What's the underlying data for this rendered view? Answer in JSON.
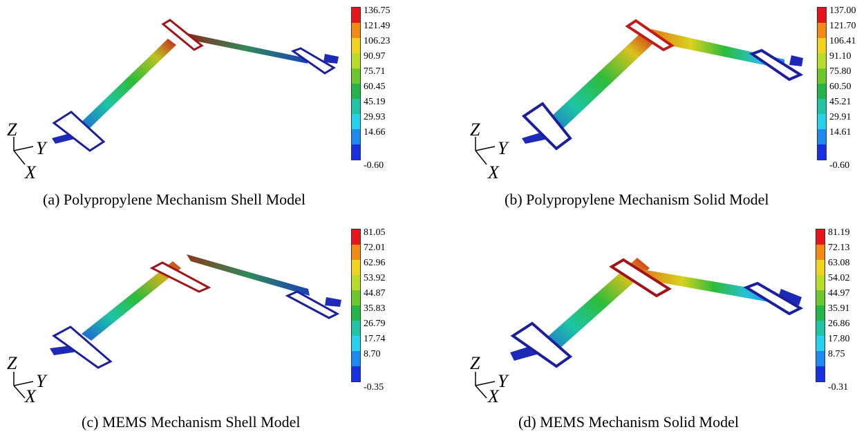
{
  "figures": [
    {
      "caption": "(a)  Polypropylene Mechanism Shell Model",
      "legend_values": [
        "136.75",
        "121.49",
        "106.23",
        "90.97",
        "75.71",
        "60.45",
        "45.19",
        "29.93",
        "14.66",
        "-0.60"
      ],
      "axes": {
        "z": "Z",
        "y": "Y",
        "x": "X"
      }
    },
    {
      "caption": "(b)  Polypropylene Mechanism Solid Model",
      "legend_values": [
        "137.00",
        "121.70",
        "106.41",
        "91.10",
        "75.80",
        "60.50",
        "45.21",
        "29.91",
        "14.61",
        "-0.60"
      ],
      "axes": {
        "z": "Z",
        "y": "Y",
        "x": "X"
      }
    },
    {
      "caption": "(c)  MEMS Mechanism Shell Model",
      "legend_values": [
        "81.05",
        "72.01",
        "62.96",
        "53.92",
        "44.87",
        "35.83",
        "26.79",
        "17.74",
        "8.70",
        "-0.35"
      ],
      "axes": {
        "z": "Z",
        "y": "Y",
        "x": "X"
      }
    },
    {
      "caption": "(d)  MEMS Mechanism Solid Model",
      "legend_values": [
        "81.19",
        "72.13",
        "63.08",
        "54.02",
        "44.97",
        "35.91",
        "26.86",
        "17.80",
        "8.75",
        "-0.31"
      ],
      "axes": {
        "z": "Z",
        "y": "Y",
        "x": "X"
      }
    }
  ],
  "colors": {
    "legend_scale": [
      "#e8141a",
      "#f58a12",
      "#f2d31c",
      "#b9dc26",
      "#6cc92a",
      "#22b548",
      "#1ec5a4",
      "#26d3ef",
      "#1d8af1",
      "#1730e6"
    ],
    "outline_blue": "#1b1f9a",
    "outline_red": "#a01319"
  }
}
